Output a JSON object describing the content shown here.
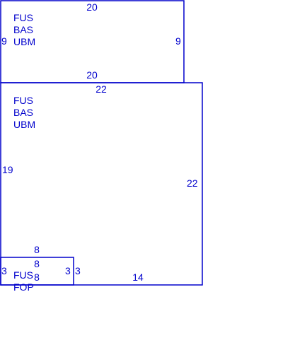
{
  "colors": {
    "line": "#0000cc",
    "text": "#0000cc",
    "background": "#ffffff"
  },
  "areas": [
    {
      "id": "upper-area",
      "codes": [
        "FUS",
        "BAS",
        "UBM"
      ],
      "dimensions": {
        "top": "20",
        "bottom": "20",
        "left": "9",
        "right": "9"
      }
    },
    {
      "id": "main-area",
      "codes": [
        "FUS",
        "BAS",
        "UBM"
      ],
      "dimensions": {
        "top": "22",
        "bottom": "14",
        "left": "19",
        "right": "22"
      }
    },
    {
      "id": "small-area",
      "codes": [
        "FUS",
        "FOP"
      ],
      "dimensions": {
        "top": "8",
        "bottom": "8",
        "left": "3",
        "right": "3"
      }
    }
  ],
  "extra_labels": {
    "small_right_outer": "3",
    "small_top_outer": "8"
  }
}
